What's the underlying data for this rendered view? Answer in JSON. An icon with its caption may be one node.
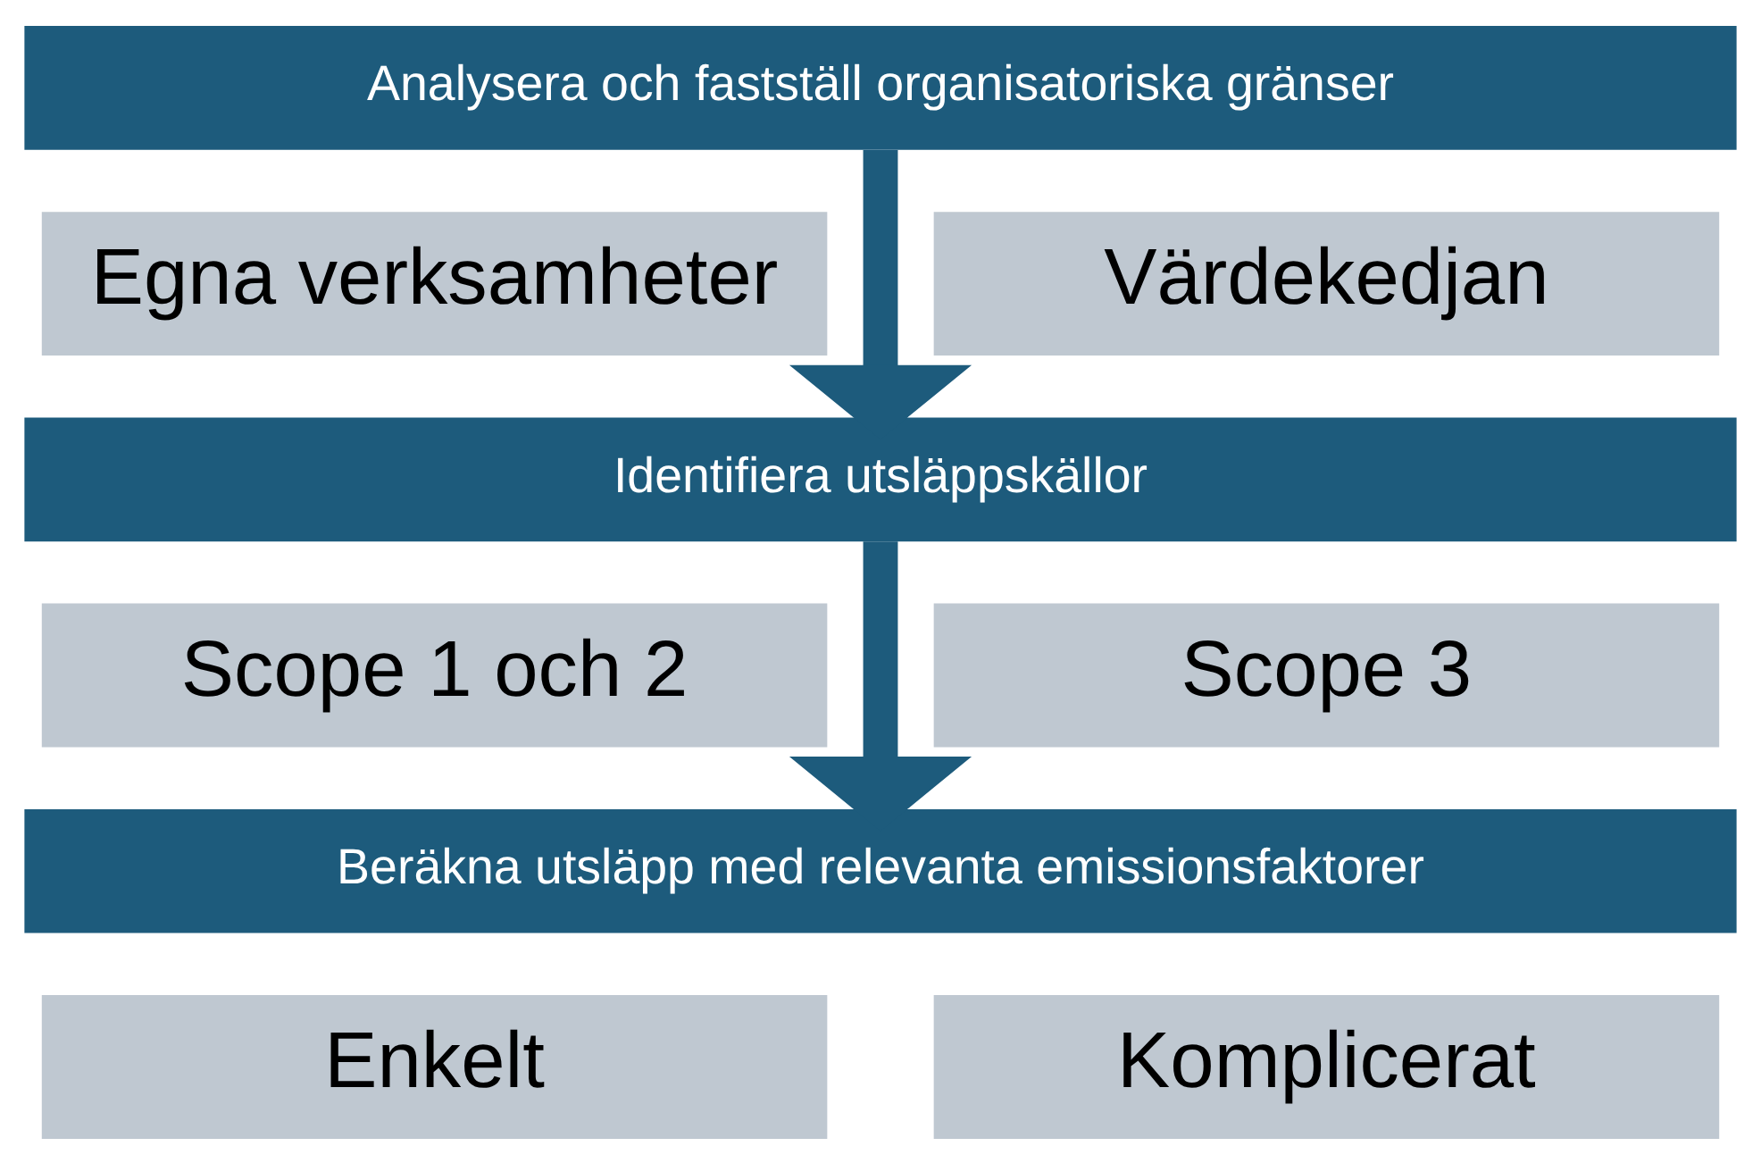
{
  "diagram": {
    "nodes": [
      {
        "text": [
          "Analysera och fastställ organisatoriska gränser"
        ]
      },
      {
        "text": [
          "Egna verksamheter"
        ]
      },
      {
        "text": [
          "Värdekedjan"
        ]
      },
      {
        "text": [
          "Identifiera utsläppskällor"
        ]
      },
      {
        "text": [
          "Scope 1 och 2"
        ]
      },
      {
        "text": [
          "Scope 3"
        ]
      },
      {
        "text": [
          "Beräkna utsläpp med relevanta emissionsfaktorer"
        ]
      },
      {
        "text": [
          "Enkelt"
        ]
      },
      {
        "text": [
          "Komplicerat"
        ]
      }
    ],
    "edges": [
      {
        "from": 0,
        "to": 3,
        "arrow": "to"
      },
      {
        "from": 3,
        "to": 6,
        "arrow": "to"
      }
    ]
  }
}
